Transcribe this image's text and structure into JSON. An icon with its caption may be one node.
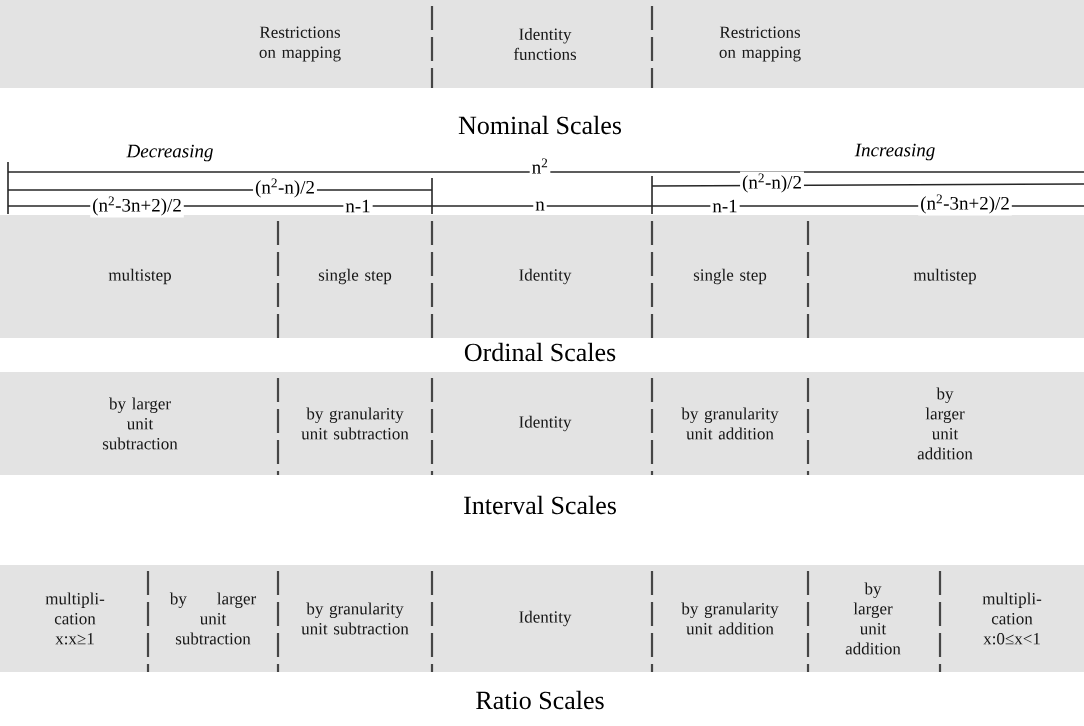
{
  "diagram": {
    "nodes": [
      {
        "text": [
          "Nominal Scales"
        ]
      },
      {
        "text": [
          "Restrictions on mapping"
        ],
        "in": 0
      },
      {
        "text": [
          "Identity functions"
        ],
        "in": 0
      },
      {
        "text": [
          "Restrictions on mapping"
        ],
        "in": 0
      },
      {
        "text": [
          "Ordinal Scales"
        ]
      },
      {
        "text": [
          "multistep"
        ],
        "in": 4
      },
      {
        "text": [
          "single step"
        ],
        "in": 4
      },
      {
        "text": [
          "Identity"
        ],
        "in": 4
      },
      {
        "text": [
          "single step"
        ],
        "in": 4
      },
      {
        "text": [
          "multistep"
        ],
        "in": 4
      },
      {
        "text": [
          "Interval Scales"
        ]
      },
      {
        "text": [
          "by larger unit subtraction"
        ],
        "in": 10
      },
      {
        "text": [
          "by granularity unit subtraction"
        ],
        "in": 10
      },
      {
        "text": [
          "Identity"
        ],
        "in": 10
      },
      {
        "text": [
          "by granularity unit addition"
        ],
        "in": 10
      },
      {
        "text": [
          "by larger unit addition"
        ],
        "in": 10
      },
      {
        "text": [
          "Ratio Scales"
        ]
      },
      {
        "text": [
          "multipli- cation x:x≥1"
        ],
        "in": 16
      },
      {
        "text": [
          "by larger unit subtraction"
        ],
        "in": 16
      },
      {
        "text": [
          "by granularity unit subtraction"
        ],
        "in": 16
      },
      {
        "text": [
          "Identity"
        ],
        "in": 16
      },
      {
        "text": [
          "by granularity unit addition"
        ],
        "in": 16
      },
      {
        "text": [
          "by larger unit addition"
        ],
        "in": 16
      },
      {
        "text": [
          "multipli- cation x:0≤x<1"
        ],
        "in": 16
      }
    ],
    "labels": [
      "Decreasing",
      "Increasing",
      "n$^{2}$",
      "(n$^{2}$-n)/2",
      "(n$^{2}$-n)/2",
      "(n$^{2}$-3n+2)/2",
      "n-1",
      "n",
      "n-1",
      "(n$^{2}$-3n+2)/2"
    ]
  }
}
